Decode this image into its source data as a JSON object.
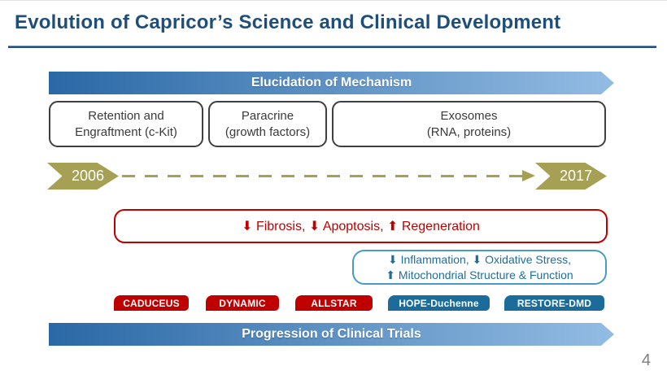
{
  "slide": {
    "title": "Evolution of Capricor’s Science and Clinical Development",
    "page_number": "4"
  },
  "banners": {
    "top_label": "Elucidation of Mechanism",
    "bottom_label": "Progression of Clinical Trials"
  },
  "mechanism_boxes": [
    {
      "line1": "Retention and",
      "line2": "Engraftment (c-Kit)"
    },
    {
      "line1": "Paracrine",
      "line2": "(growth factors)"
    },
    {
      "line1": "Exosomes",
      "line2": "(RNA, proteins)"
    }
  ],
  "timeline": {
    "start_year": "2006",
    "end_year": "2017"
  },
  "effects": {
    "cdc_effects": "⬇ Fibrosis, ⬇ Apoptosis, ⬆ Regeneration",
    "exosome_effects_line1": "⬇ Inflammation, ⬇ Oxidative Stress,",
    "exosome_effects_line2": "⬆ Mitochondrial Structure & Function"
  },
  "trials": [
    {
      "label": "CADUCEUS",
      "category_color": "#C00000"
    },
    {
      "label": "DYNAMIC",
      "category_color": "#C00000"
    },
    {
      "label": "ALLSTAR",
      "category_color": "#C00000"
    },
    {
      "label": "HOPE-Duchenne",
      "category_color": "#1B6C9B"
    },
    {
      "label": "RESTORE-DMD",
      "category_color": "#1B6C9B"
    }
  ],
  "colors": {
    "title_blue": "#1F4E79",
    "banner_gradient_start": "#2A68A5",
    "banner_gradient_end": "#93BCE3",
    "timeline_olive": "#A5A054",
    "effect_red": "#C00000",
    "effect_teal_text": "#1D6E9E",
    "effect_teal_border": "#4A9BC4",
    "box_border_gray": "#3F3F3F",
    "page_number_gray": "#7F7F7F"
  }
}
